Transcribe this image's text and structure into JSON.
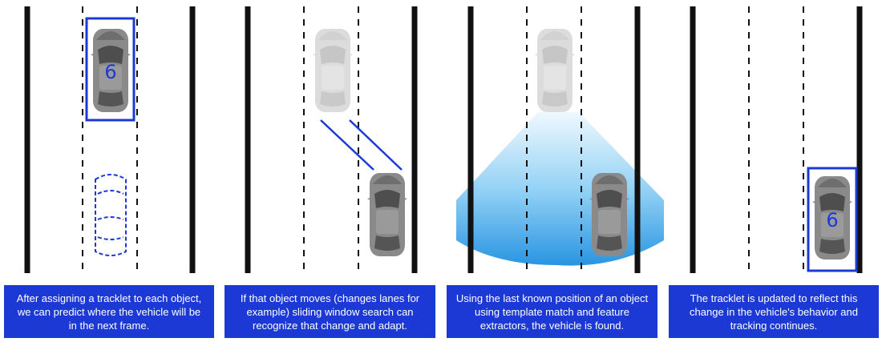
{
  "panels": [
    {
      "caption": "After assigning a tracklet to each object, we can predict where the vehicle will be in the next frame.",
      "label": "6"
    },
    {
      "caption": "If that object moves (changes lanes for example) sliding window search can recognize that change and adapt."
    },
    {
      "caption": "Using the last known position of an object using template match and feature extractors, the vehicle is found."
    },
    {
      "caption": "The tracklet is updated to reflect this change in the vehicle's behavior and tracking continues.",
      "label": "6"
    }
  ],
  "colors": {
    "accent": "#1c39d6",
    "car_body": "#8a8a8a",
    "car_ghost": "#dcdcdc",
    "road_line": "#111111",
    "cone_top": "#eaf6fd",
    "cone_bottom": "#1f8fe0"
  }
}
